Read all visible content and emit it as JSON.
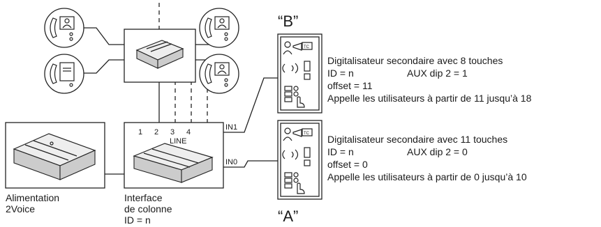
{
  "panel_b": {
    "tag": "“B”",
    "lines": [
      "Digitalisateur secondaire avec 8 touches",
      "ID = n",
      "AUX dip 2 = 1",
      "offset = 11",
      "Appelle les utilisateurs à partir de 11 jusqu’à 18"
    ]
  },
  "panel_a": {
    "tag": "“A”",
    "lines": [
      "Digitalisateur secondaire avec 11 touches",
      "ID = n",
      "AUX dip 2 = 0",
      "offset = 0",
      "Appelle les utilisateurs à partir de 0 jusqu’à 10"
    ]
  },
  "interface": {
    "line_numbers": [
      "1",
      "2",
      "3",
      "4"
    ],
    "line_label": "LINE",
    "in1_label": "IN1",
    "in0_label": "IN0",
    "caption": [
      "Interface",
      "de colonne",
      "ID = n"
    ]
  },
  "power_supply": {
    "caption": [
      "Alimentation",
      "2Voice"
    ]
  },
  "icons": {
    "video_phone": "video-monitor-icon",
    "audio_phone": "handset-icon",
    "distributor": "distributor-module-icon",
    "panel": "entrance-panel-icon"
  }
}
